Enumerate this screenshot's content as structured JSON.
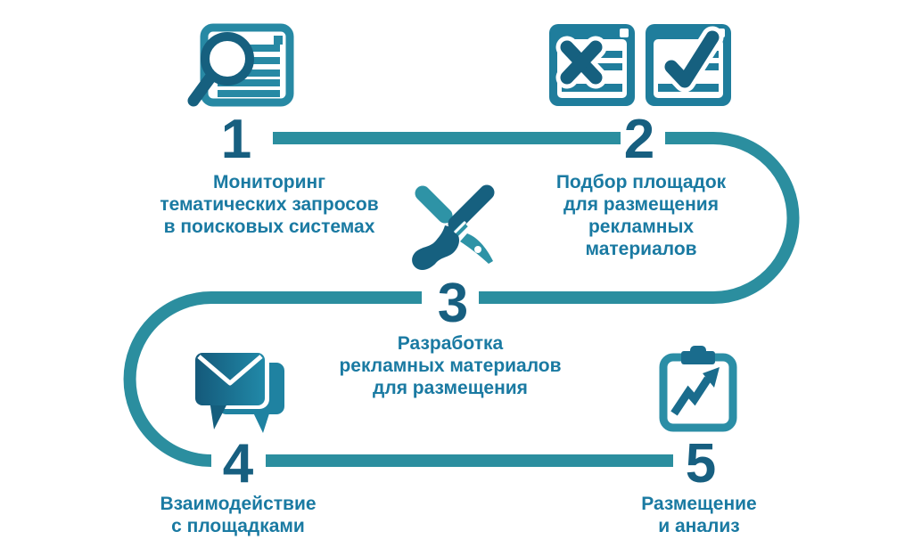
{
  "infographic": {
    "palette": {
      "line": "#2B8E9F",
      "number": "#175F80",
      "label": "#1A7AA2",
      "icon_dark": "#16607F",
      "icon_mid": "#1F7D9C",
      "icon_light": "#2E93A6"
    },
    "steps": [
      {
        "number": "1",
        "icon": "search-results-window-icon",
        "label_lines": [
          "Мониторинг",
          "тематических запросов",
          "в поисковых системах"
        ]
      },
      {
        "number": "2",
        "icon": "reject-approve-windows-icon",
        "label_lines": [
          "Подбор площадок",
          "для размещения",
          "рекламных",
          "материалов"
        ]
      },
      {
        "number": "3",
        "icon": "brush-and-pen-icon",
        "label_lines": [
          "Разработка",
          "рекламных материалов",
          "для размещения"
        ]
      },
      {
        "number": "4",
        "icon": "chat-envelope-icon",
        "label_lines": [
          "Взаимодействие",
          "с площадками"
        ]
      },
      {
        "number": "5",
        "icon": "clipboard-growth-chart-icon",
        "label_lines": [
          "Размещение",
          "и анализ"
        ]
      }
    ]
  }
}
